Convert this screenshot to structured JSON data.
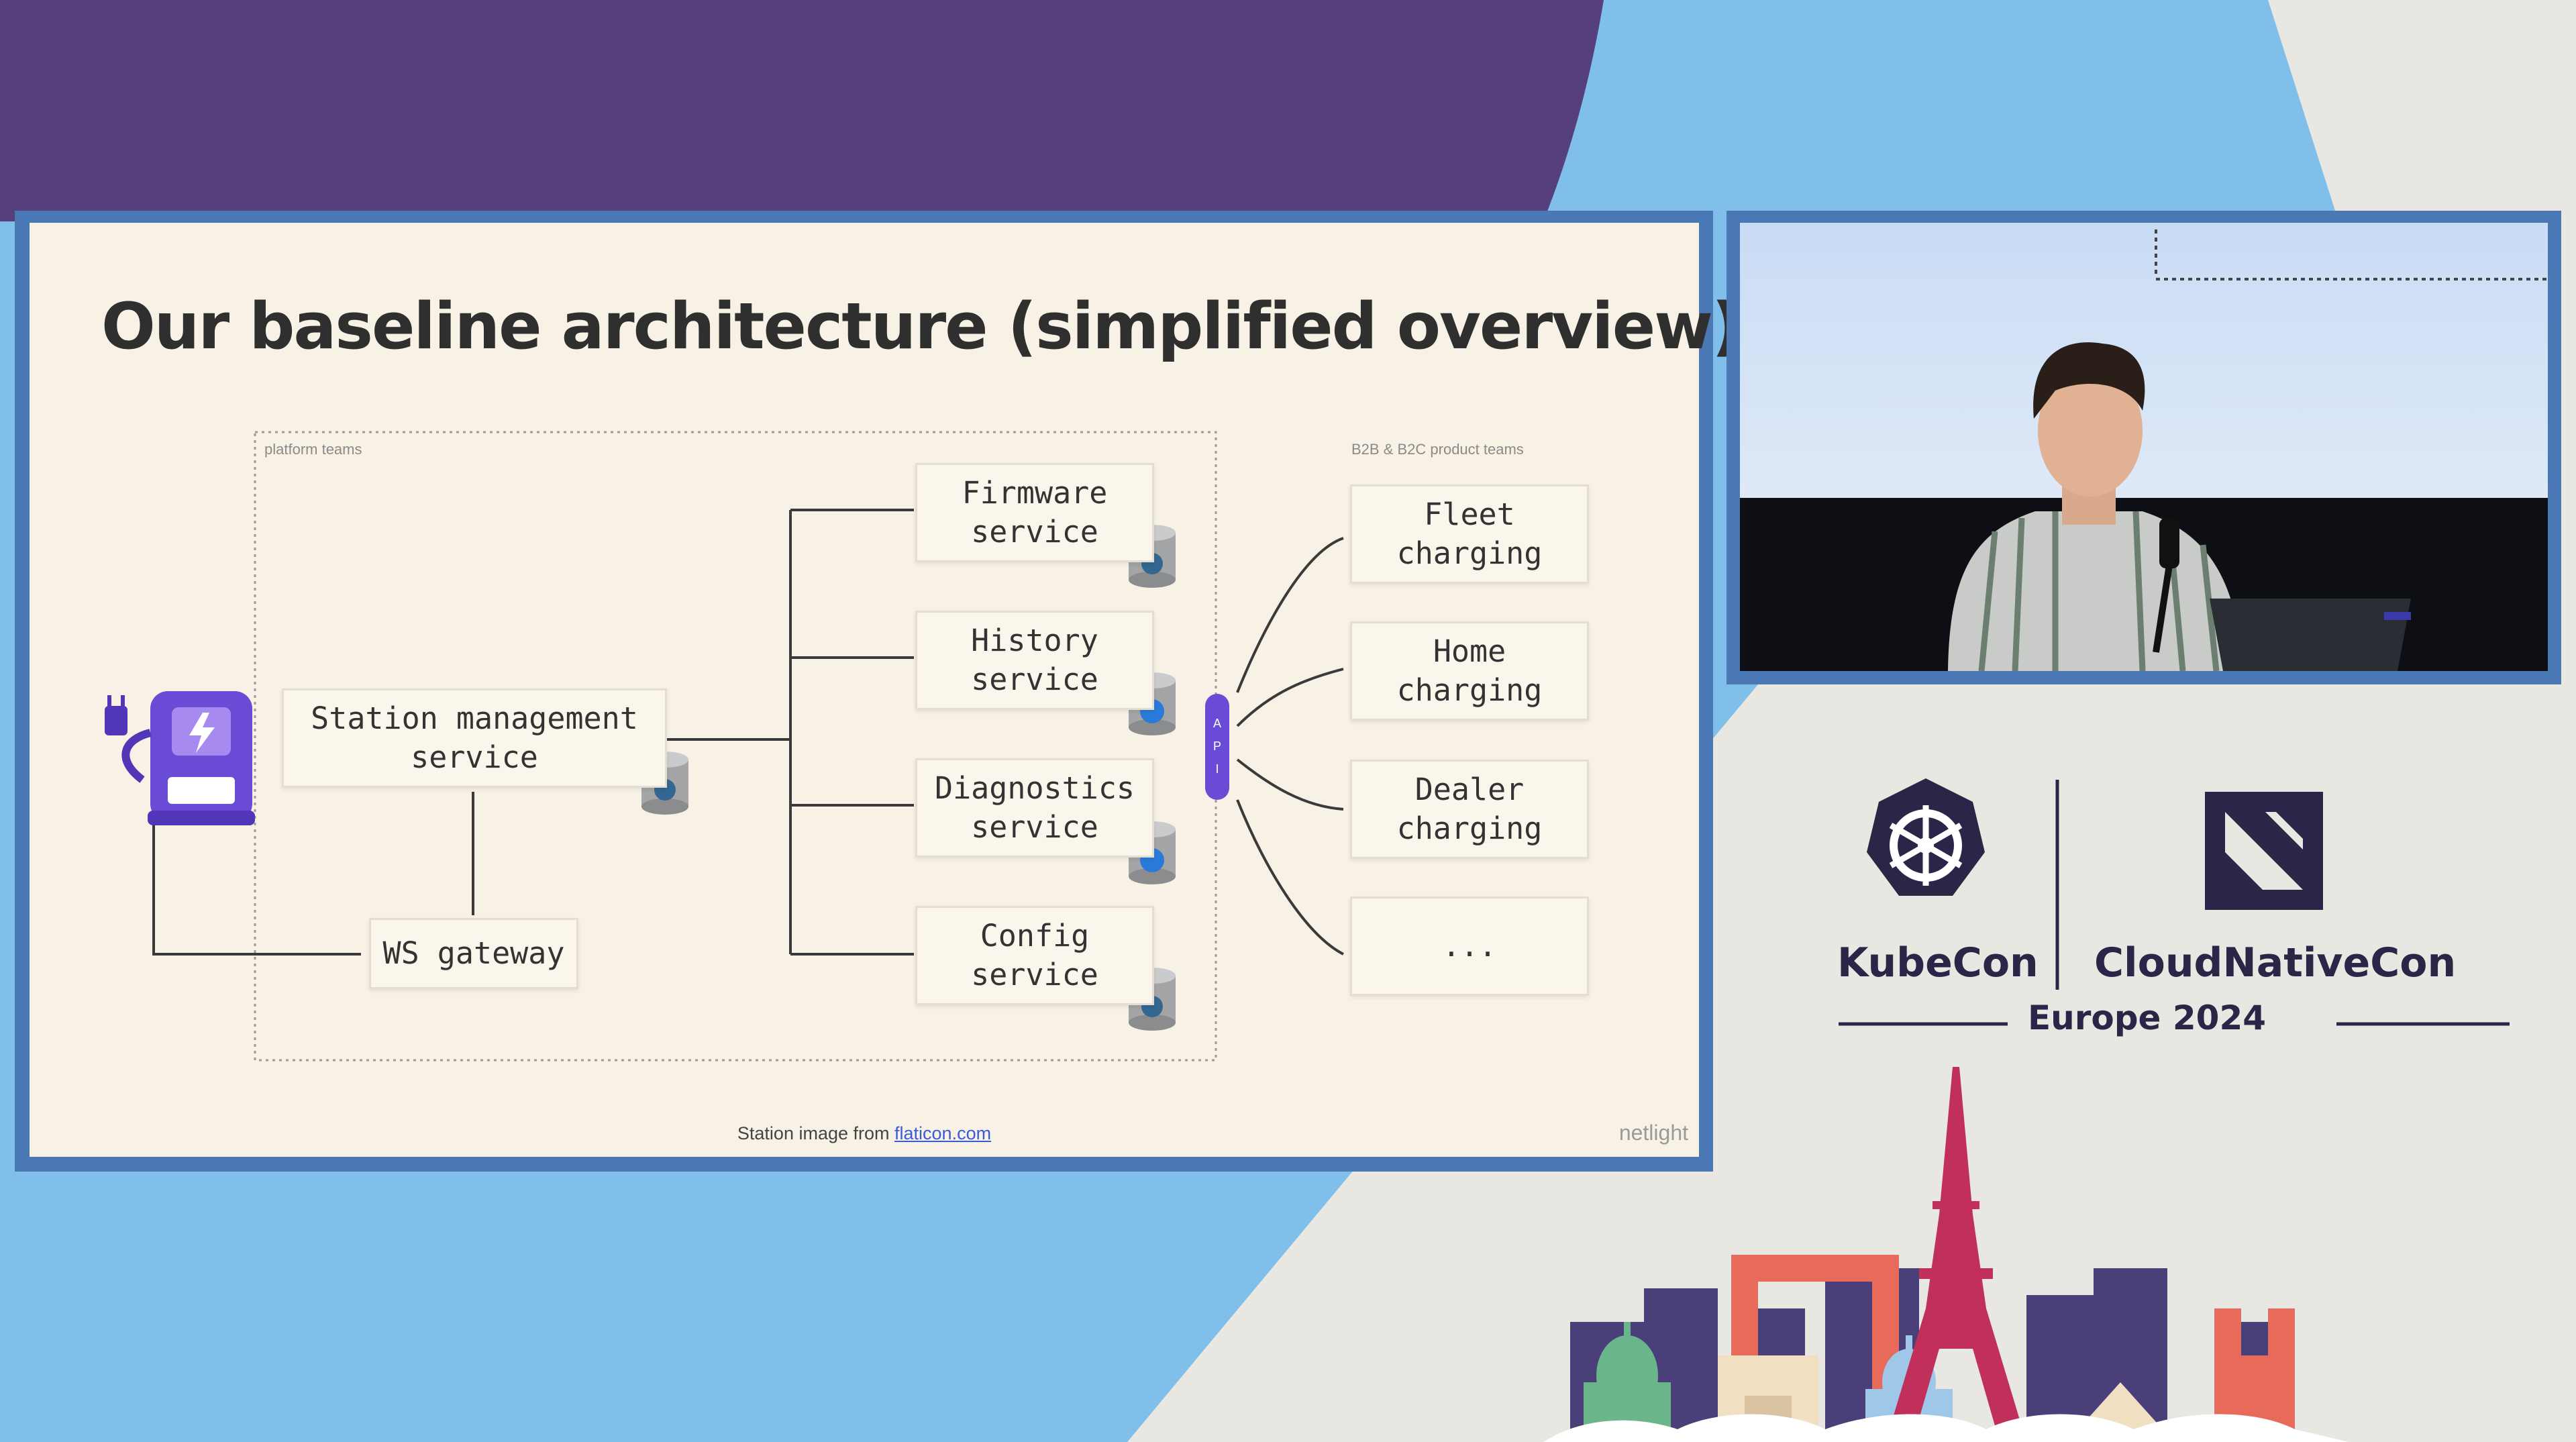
{
  "slide": {
    "title": "Our baseline architecture (simplified overview)",
    "platform_label": "platform teams",
    "product_label": "B2B & B2C product teams",
    "services": {
      "station_management": "Station management\nservice",
      "ws_gateway": "WS gateway",
      "firmware": "Firmware\nservice",
      "history": "History\nservice",
      "diagnostics": "Diagnostics\nservice",
      "config": "Config\nservice"
    },
    "products": {
      "fleet": "Fleet\ncharging",
      "home": "Home\ncharging",
      "dealer": "Dealer\ncharging",
      "more": "..."
    },
    "api_label": "API",
    "footnote_prefix": "Station image from ",
    "footnote_link": "flaticon.com",
    "brand": "netlight"
  },
  "event": {
    "kubecon": "KubeCon",
    "cloudnativecon": "CloudNativeCon",
    "edition": "Europe 2024"
  },
  "colors": {
    "purple_bg": "#553f7d",
    "sky_blue": "#7fbfe9",
    "slide_bg": "#f8f2e6",
    "frame_blue": "#4a78b5",
    "api_purple": "#6a4bd6",
    "logo_navy": "#2b2547"
  }
}
